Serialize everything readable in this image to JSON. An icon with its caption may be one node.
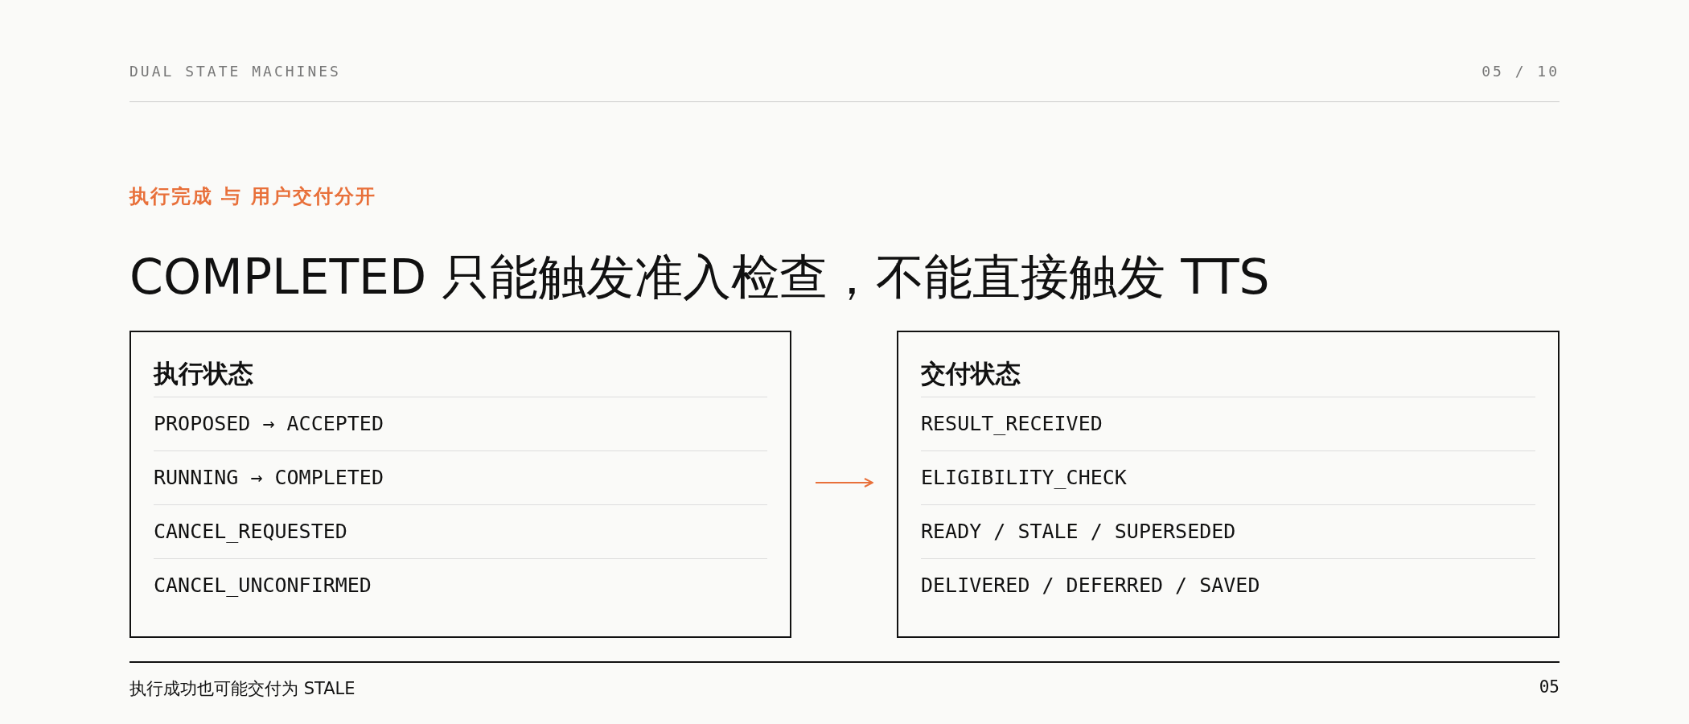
{
  "diagram": {
    "title": "COMPLETED 只能触发准入检查，不能直接触发 TTS",
    "nodes": [
      {
        "text": [
          "执行状态",
          "PROPOSED → ACCEPTED",
          "RUNNING → COMPLETED",
          "CANCEL_REQUESTED",
          "CANCEL_UNCONFIRMED"
        ]
      },
      {
        "text": [
          "交付状态",
          "RESULT_RECEIVED",
          "ELIGIBILITY_CHECK",
          "READY / STALE / SUPERSEDED",
          "DELIVERED / DEFERRED / SAVED"
        ]
      }
    ],
    "edges": [
      {
        "from": 0,
        "to": 1,
        "arrow": "to"
      }
    ],
    "labels": [
      "DUAL STATE MACHINES",
      "05 / 10",
      "执行完成 与 用户交付分开",
      "执行成功也可能交付为 STALE",
      "05"
    ]
  }
}
